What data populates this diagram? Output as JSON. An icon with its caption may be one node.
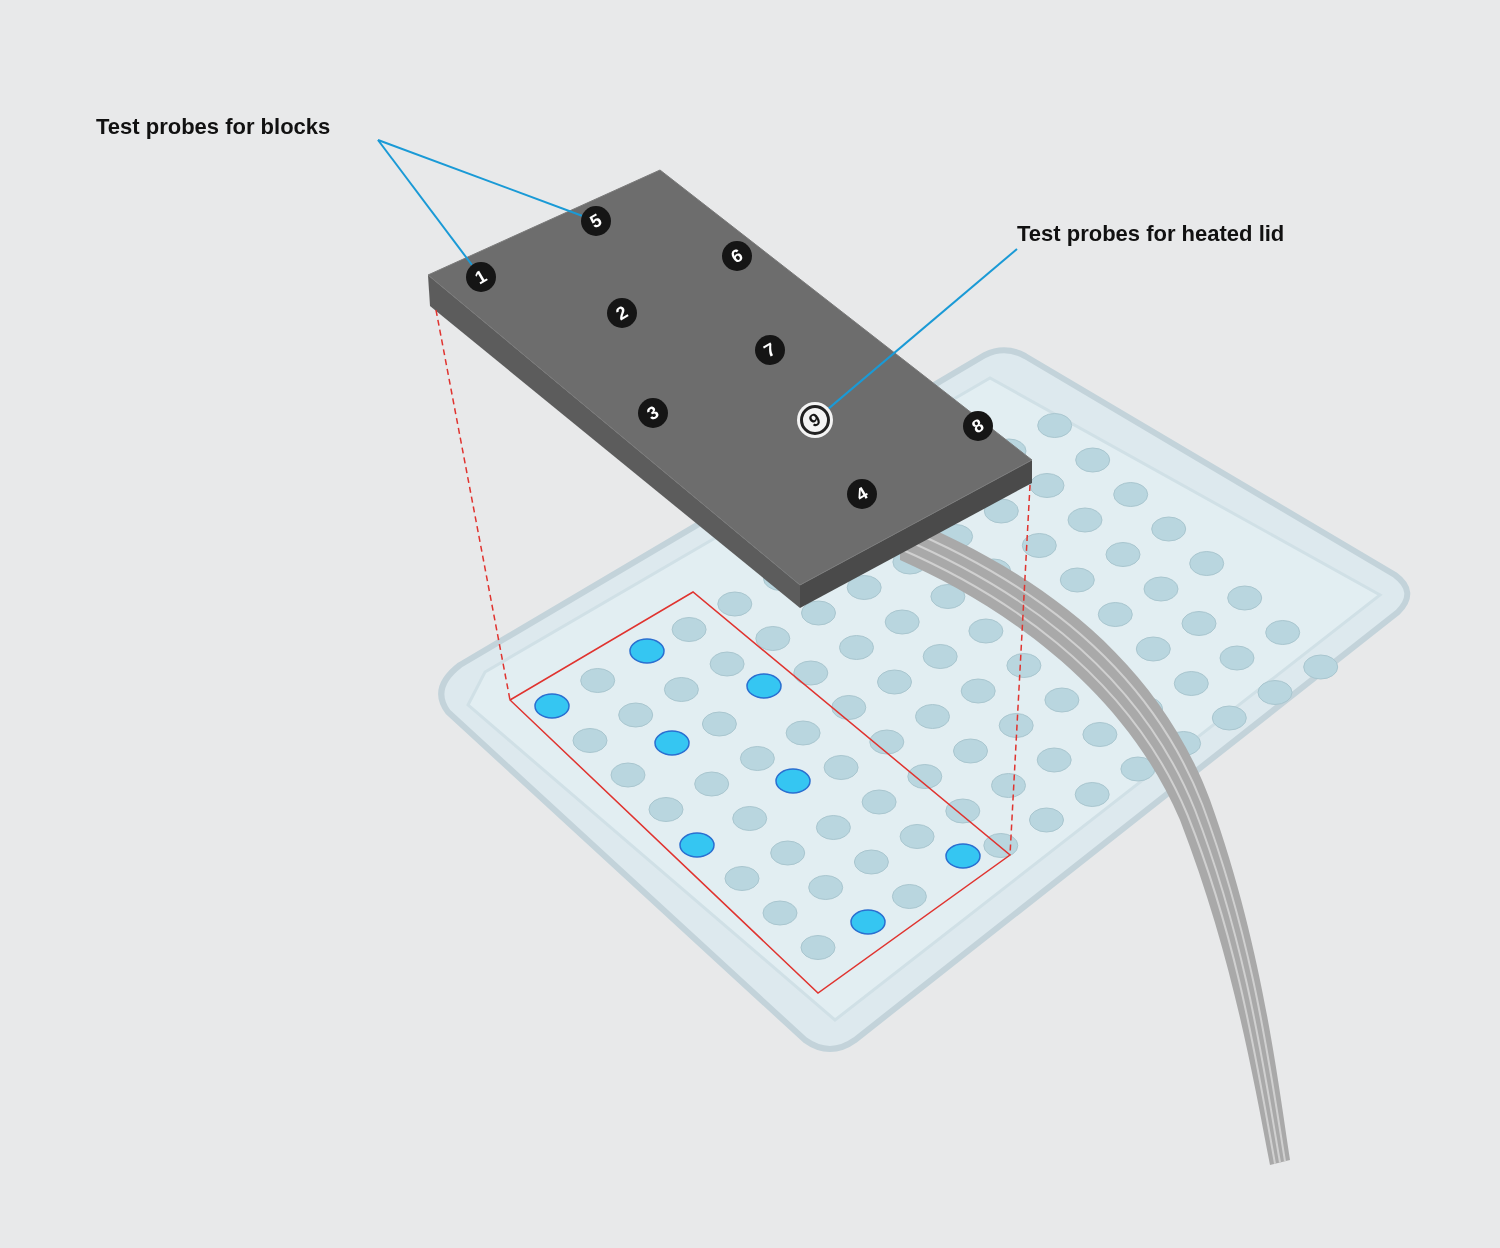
{
  "diagram": {
    "nodes": [
      {
        "text": [
          "Test probes for blocks"
        ]
      },
      {
        "text": [
          "1"
        ]
      },
      {
        "text": [
          "2"
        ]
      },
      {
        "text": [
          "3"
        ]
      },
      {
        "text": [
          "4"
        ]
      },
      {
        "text": [
          "5"
        ]
      },
      {
        "text": [
          "6"
        ]
      },
      {
        "text": [
          "7"
        ]
      },
      {
        "text": [
          "8"
        ]
      },
      {
        "text": [
          "9"
        ]
      },
      {
        "text": [
          "Test probes for heated lid"
        ]
      }
    ],
    "edges": [
      {
        "from": 0,
        "to": 1,
        "arrow": "none"
      },
      {
        "from": 0,
        "to": 5,
        "arrow": "none"
      },
      {
        "from": 10,
        "to": 9,
        "arrow": "none"
      }
    ]
  }
}
